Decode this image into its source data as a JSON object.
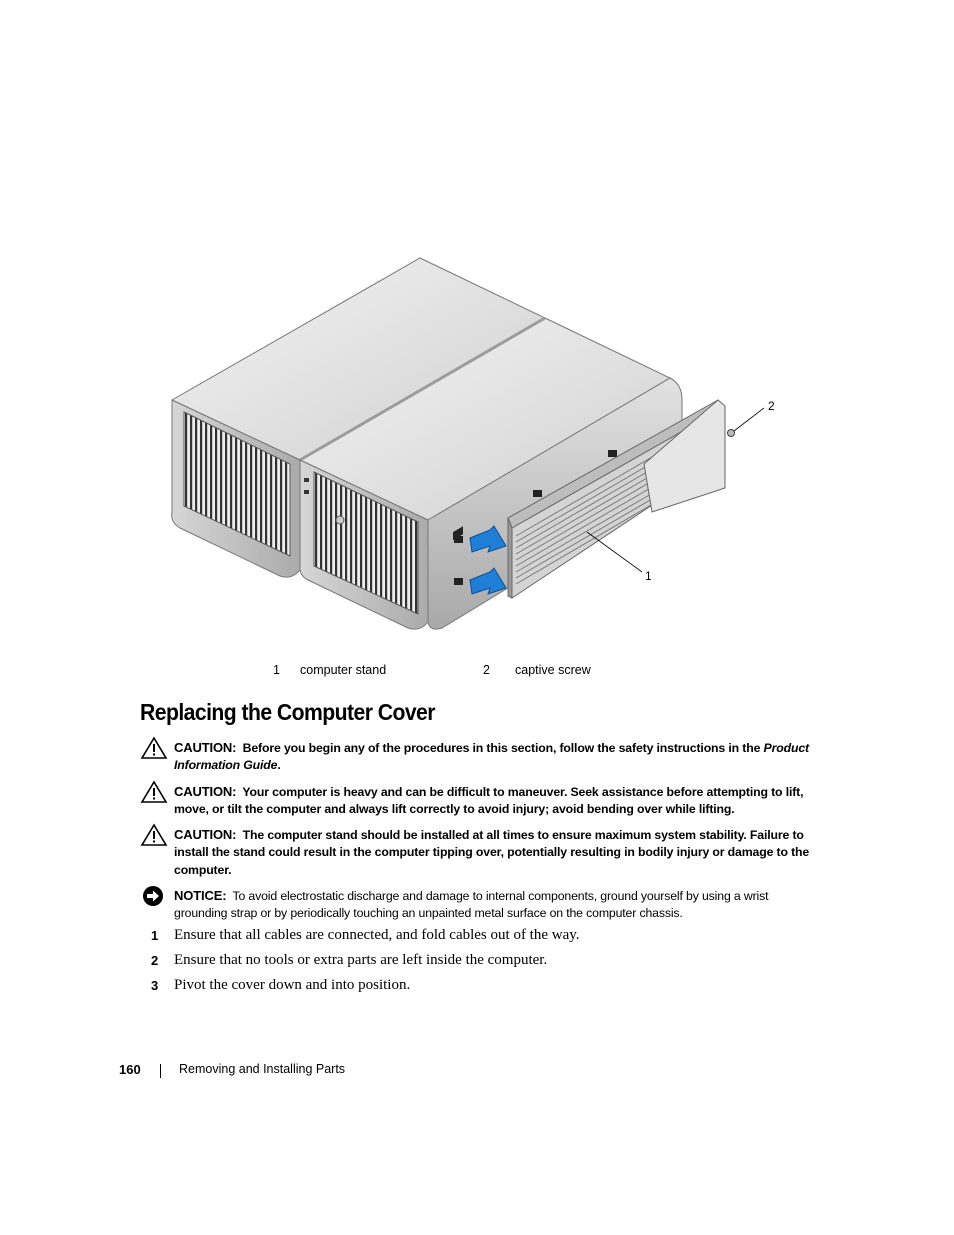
{
  "figure": {
    "callouts": [
      {
        "number": "1"
      },
      {
        "number": "2"
      }
    ]
  },
  "legend": {
    "items": [
      {
        "number": "1",
        "label": "computer stand"
      },
      {
        "number": "2",
        "label": "captive screw"
      }
    ]
  },
  "section": {
    "title": "Replacing the Computer Cover"
  },
  "notes": [
    {
      "type": "caution",
      "tag": "CAUTION:",
      "text": "Before you begin any of the procedures in this section, follow the safety instructions in the",
      "italic_ref": "Product Information Guide",
      "end": "."
    },
    {
      "type": "caution",
      "tag": "CAUTION:",
      "text": "Your computer is heavy and can be difficult to maneuver. Seek assistance before attempting to lift, move, or tilt the computer and always lift correctly to avoid injury; avoid bending over while lifting."
    },
    {
      "type": "caution",
      "tag": "CAUTION:",
      "text": "The computer stand should be installed at all times to ensure maximum system stability. Failure to install the stand could result in the computer tipping over, potentially resulting in bodily injury or damage to the computer."
    },
    {
      "type": "notice",
      "tag": "NOTICE:",
      "text": "To avoid electrostatic discharge and damage to internal components, ground yourself by using a wrist grounding strap or by periodically touching an unpainted metal surface on the computer chassis."
    }
  ],
  "steps": [
    {
      "number": "1",
      "text": "Ensure that all cables are connected, and fold cables out of the way."
    },
    {
      "number": "2",
      "text": "Ensure that no tools or extra parts are left inside the computer."
    },
    {
      "number": "3",
      "text": "Pivot the cover down and into position."
    }
  ],
  "footer": {
    "page_number": "160",
    "section_name": "Removing and Installing Parts"
  },
  "colors": {
    "arrow_blue": "#1f7fd6",
    "chassis_light": "#e8e8e8",
    "chassis_dark": "#9a9a9a"
  },
  "icons": [
    "caution-triangle-icon",
    "notice-arrow-icon"
  ]
}
